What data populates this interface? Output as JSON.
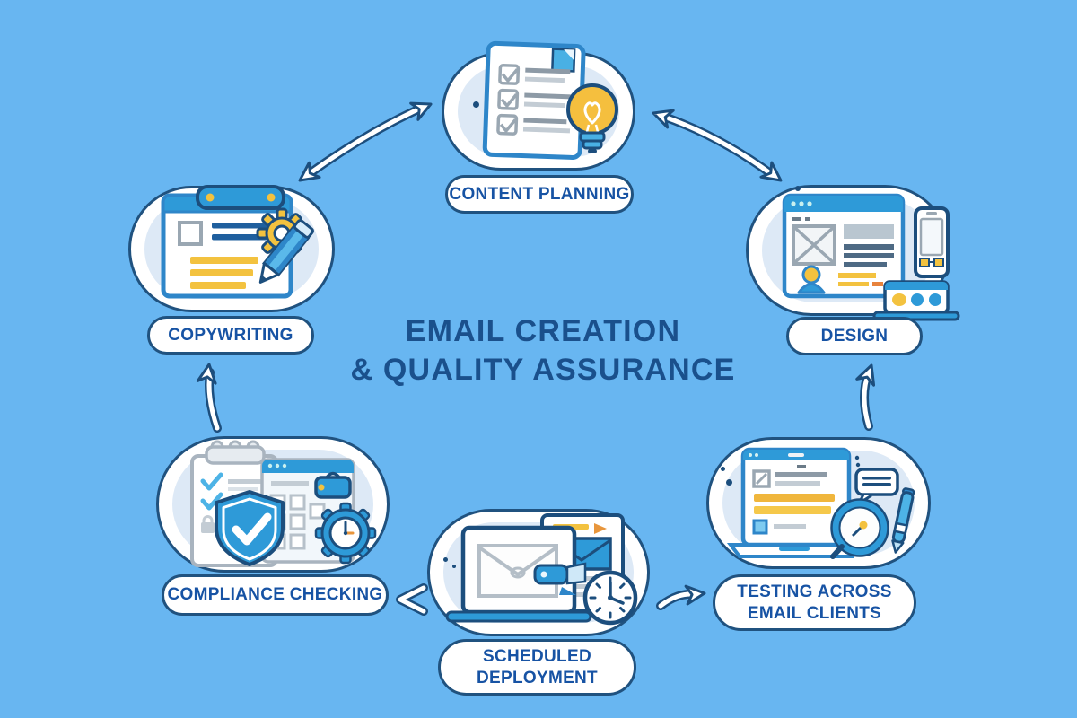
{
  "title": {
    "line1": "EMAIL CREATION",
    "line2": "& QUALITY ASSURANCE"
  },
  "nodes": {
    "content_planning": {
      "label": "CONTENT PLANNING",
      "icon": "checklist-lightbulb"
    },
    "copywriting": {
      "label": "COPYWRITING",
      "icon": "notepad-pencil-gear"
    },
    "design": {
      "label": "DESIGN",
      "icon": "browser-phone-laptop"
    },
    "testing": {
      "line1": "TESTING ACROSS",
      "line2": "EMAIL CLIENTS",
      "icon": "laptop-checklist-magnifier"
    },
    "scheduled_deployment": {
      "line1": "SCHEDULED",
      "line2": "DEPLOYMENT",
      "icon": "laptop-email-clock"
    },
    "compliance_checking": {
      "label": "COMPLIANCE CHECKING",
      "icon": "clipboard-shield-gear"
    }
  },
  "colors": {
    "background": "#68b6f1",
    "outline": "#1c4e7d",
    "node_fill": "#ffffff",
    "node_inner": "#dde9f6",
    "accent_blue": "#2e9ad8",
    "accent_yellow": "#f3c23f",
    "label_text": "#1753a4",
    "title_text": "#1a508c"
  }
}
